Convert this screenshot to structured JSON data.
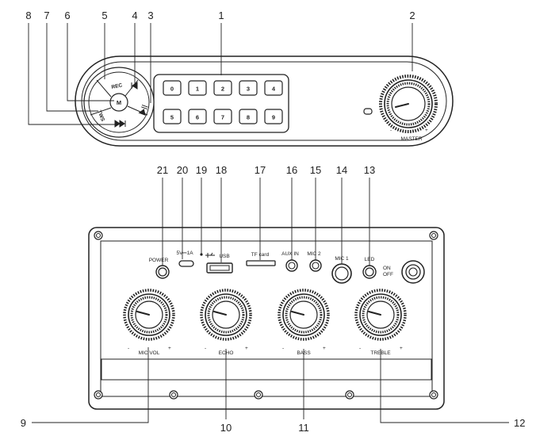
{
  "callouts": [
    "1",
    "2",
    "3",
    "4",
    "5",
    "6",
    "7",
    "8",
    "9",
    "10",
    "11",
    "12",
    "13",
    "14",
    "15",
    "16",
    "17",
    "18",
    "19",
    "20",
    "21"
  ],
  "top_panel": {
    "keypad_row1": [
      "0",
      "1",
      "2",
      "3",
      "4"
    ],
    "keypad_row2": [
      "5",
      "6",
      "7",
      "8",
      "9"
    ],
    "button_rec": "REC",
    "button_mode": "M",
    "button_tws": "TWS",
    "icon_prev": "prev-track-icon",
    "icon_next": "next-track-icon",
    "icon_playpause": "play-pause-icon",
    "master_label": "MASTER",
    "master_minus": "-",
    "master_plus": "+"
  },
  "rear_panel": {
    "power_label": "POWER",
    "dc_label": "5V⎓1A",
    "usb_label": "USB",
    "tf_label": "TF card",
    "aux_label": "AUX IN",
    "mic2_label": "MIC 2",
    "mic1_label": "MIC 1",
    "led_label": "LED",
    "led_on": "ON",
    "led_off": "OFF",
    "knobs": [
      "MIC VOL",
      "ECHO",
      "BASS",
      "TREBLE"
    ],
    "knob_minus": "-",
    "knob_plus": "+"
  }
}
